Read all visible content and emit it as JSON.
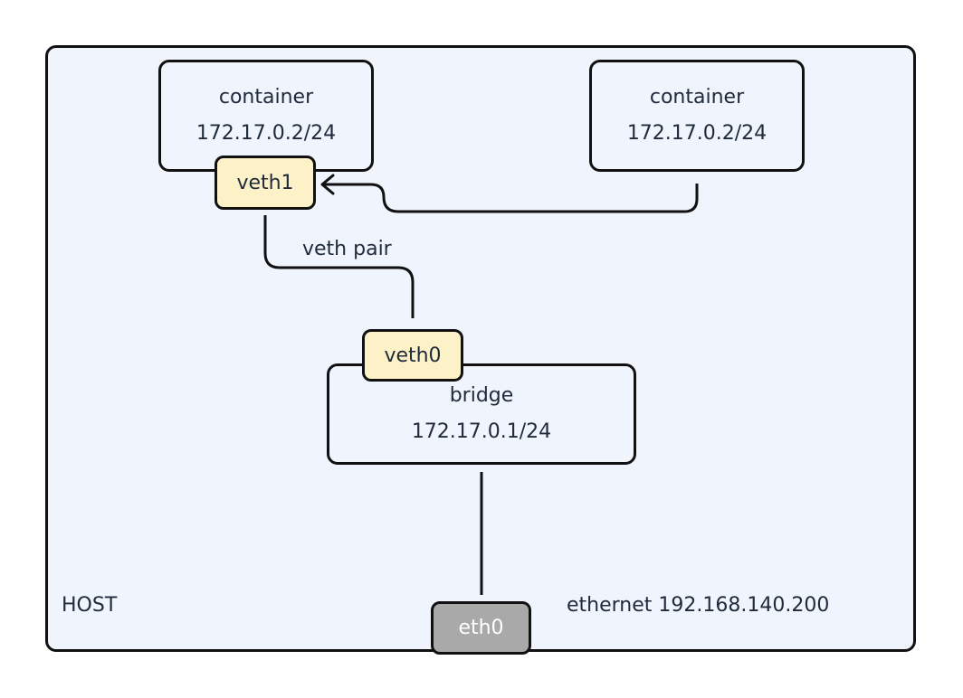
{
  "host": {
    "label": "HOST"
  },
  "container_left": {
    "name": "container",
    "ip": "172.17.0.2/24"
  },
  "container_right": {
    "name": "container",
    "ip": "172.17.0.2/24"
  },
  "veth1": {
    "label": "veth1"
  },
  "veth0": {
    "label": "veth0"
  },
  "veth_pair": {
    "label": "veth pair"
  },
  "bridge": {
    "name": "bridge",
    "ip": "172.17.0.1/24"
  },
  "eth0": {
    "label": "eth0"
  },
  "ethernet": {
    "label": "ethernet 192.168.140.200"
  }
}
